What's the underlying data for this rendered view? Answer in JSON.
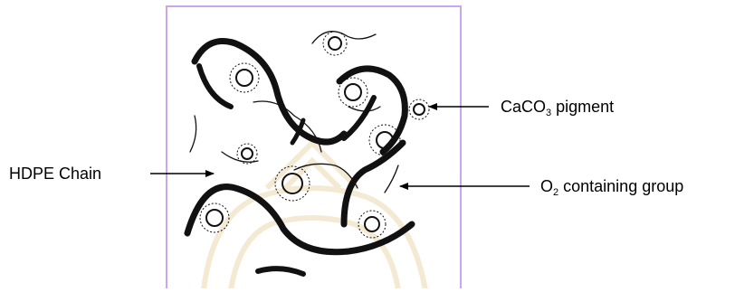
{
  "labels": {
    "pigment": {
      "main": "CaCO",
      "sub": "3",
      "rest": " pigment"
    },
    "chain": {
      "text": "HDPE Chain"
    },
    "oxygen": {
      "main": "O",
      "sub": "2",
      "rest": " containing group"
    }
  },
  "colors": {
    "frame": "#c9a6f0",
    "ink": "#111111",
    "watermark": "#f3e7cf"
  }
}
